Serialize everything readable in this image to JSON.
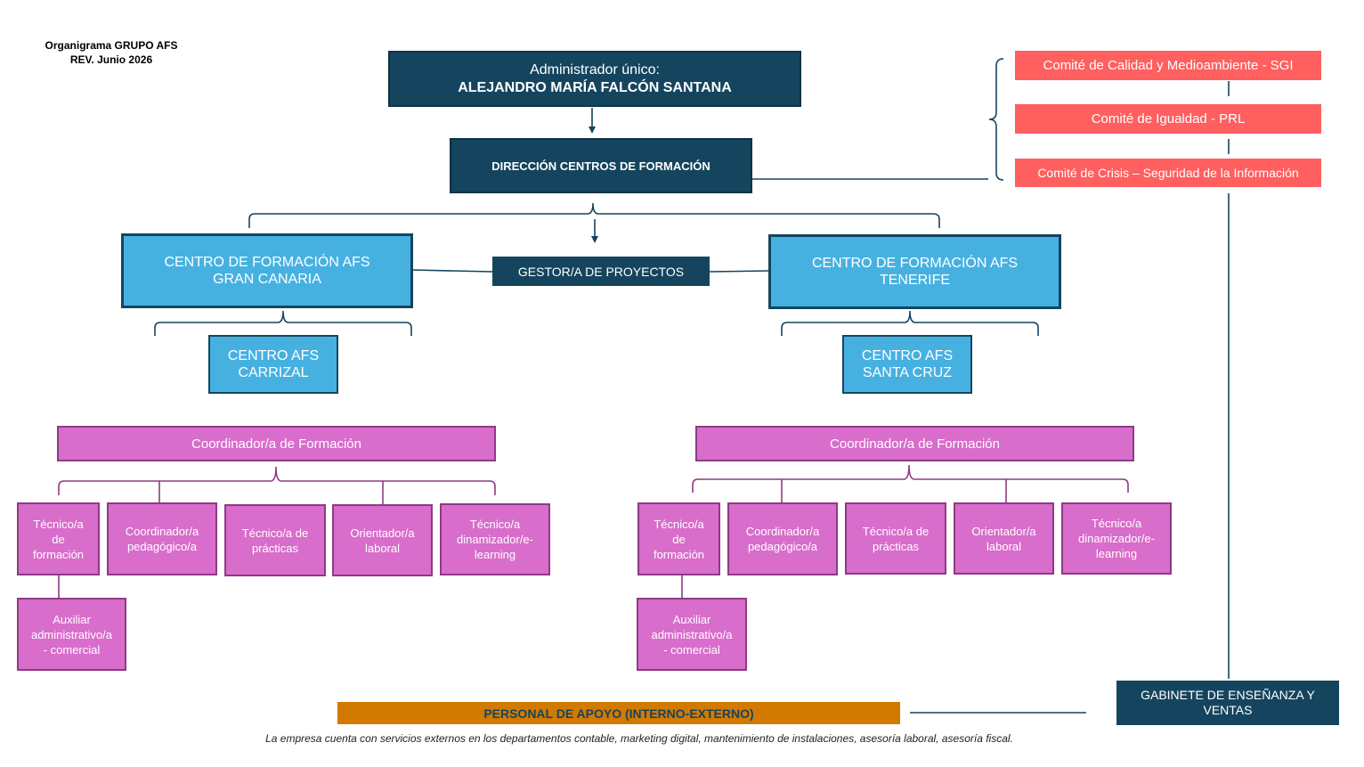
{
  "title": {
    "line1": "Organigrama GRUPO AFS",
    "line2": "REV. Junio 2026"
  },
  "admin": {
    "line1": "Administrador único:",
    "line2": "ALEJANDRO MARÍA FALCÓN SANTANA"
  },
  "direccion": "DIRECCIÓN CENTROS DE FORMACIÓN",
  "gestor": "GESTOR/A DE PROYECTOS",
  "committees": [
    "Comité de Calidad y Medioambiente - SGI",
    "Comité de Igualdad - PRL",
    "Comité de Crisis – Seguridad de la Información"
  ],
  "centers": {
    "gran_canaria": {
      "line1": "CENTRO DE FORMACIÓN AFS",
      "line2": "GRAN CANARIA"
    },
    "tenerife": {
      "line1": "CENTRO DE FORMACIÓN AFS",
      "line2": "TENERIFE"
    },
    "carrizal": {
      "line1": "CENTRO AFS",
      "line2": "CARRIZAL"
    },
    "santa_cruz": {
      "line1": "CENTRO AFS",
      "line2": "SANTA CRUZ"
    }
  },
  "left": {
    "coordinator": "Coordinador/a de Formación",
    "roles": [
      "Técnico/a de formación",
      "Coordinador/a pedagógico/a",
      "Técnico/a de prácticas",
      "Orientador/a laboral",
      "Técnico/a dinamizador/e-learning"
    ],
    "auxiliar": "Auxiliar administrativo/a - comercial"
  },
  "right": {
    "coordinator": "Coordinador/a de Formación",
    "roles": [
      "Técnico/a de formación",
      "Coordinador/a pedagógico/a",
      "Técnico/a de prácticas",
      "Orientador/a laboral",
      "Técnico/a dinamizador/e-learning"
    ],
    "auxiliar": "Auxiliar administrativo/a - comercial"
  },
  "gabinete": "GABINETE DE ENSEÑANZA Y VENTAS",
  "personal_apoyo": "PERSONAL DE APOYO (INTERNO-EXTERNO)",
  "footnote": "La empresa cuenta con servicios externos en los departamentos contable, marketing digital, mantenimiento de instalaciones, asesoría laboral, asesoría fiscal.",
  "colors": {
    "navy": "#15455e",
    "light_blue": "#46b1e1",
    "coral": "#ff5f5f",
    "magenta": "#d86dcb",
    "orange": "#d27a00"
  }
}
